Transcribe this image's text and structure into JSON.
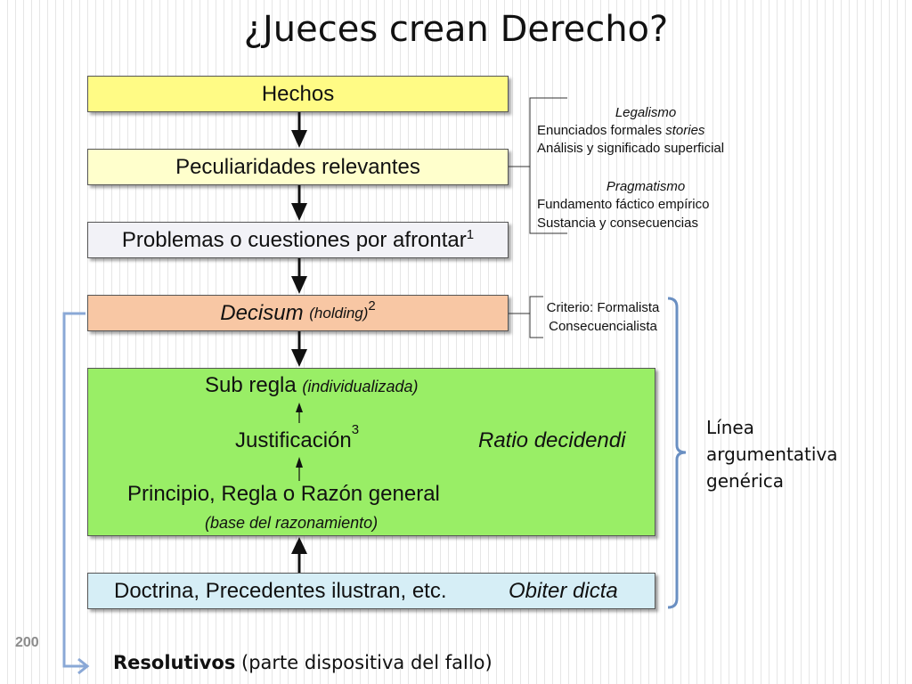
{
  "title": "¿Jueces crean Derecho?",
  "flow": {
    "hechos": "Hechos",
    "peculiaridades": "Peculiaridades relevantes",
    "problemas": "Problemas o cuestiones por afrontar",
    "problemas_sup": "1",
    "decisum": "Decisum",
    "decisum_holding": "(holding)",
    "decisum_sup": "2",
    "sub_regla": "Sub regla",
    "sub_regla_note": "(individualizada)",
    "justificacion": "Justificación",
    "justificacion_sup": "3",
    "ratio": "Ratio decidendi",
    "principio": "Principio, Regla o Razón general",
    "base": "(base del razonamiento)",
    "doctrina": "Doctrina, Precedentes ilustran, etc.",
    "obiter": "Obiter dicta"
  },
  "side_notes": {
    "legalismo": {
      "heading": "Legalismo",
      "line1": "Enunciados formales",
      "line1_italic": "stories",
      "line2": "Análisis y significado superficial"
    },
    "pragmatismo": {
      "heading": "Pragmatismo",
      "line1": "Fundamento fáctico empírico",
      "line2": "Sustancia y consecuencias"
    },
    "criterio": {
      "line1": "Criterio: Formalista",
      "line2": "Consecuencialista"
    }
  },
  "linea": [
    "Línea",
    "argumentativa",
    "genérica"
  ],
  "resolutivos": {
    "bold": "Resolutivos",
    "rest": " (parte dispositiva del fallo)"
  },
  "page_number": "200",
  "colors": {
    "hechos": "#fffb85",
    "peculiaridades": "#ffffcc",
    "problemas": "#f2f2f7",
    "decisum": "#f8c7a4",
    "ratio_box": "#99ee66",
    "doctrina": "#d6eef6",
    "bracket": "#6a8fc2"
  }
}
